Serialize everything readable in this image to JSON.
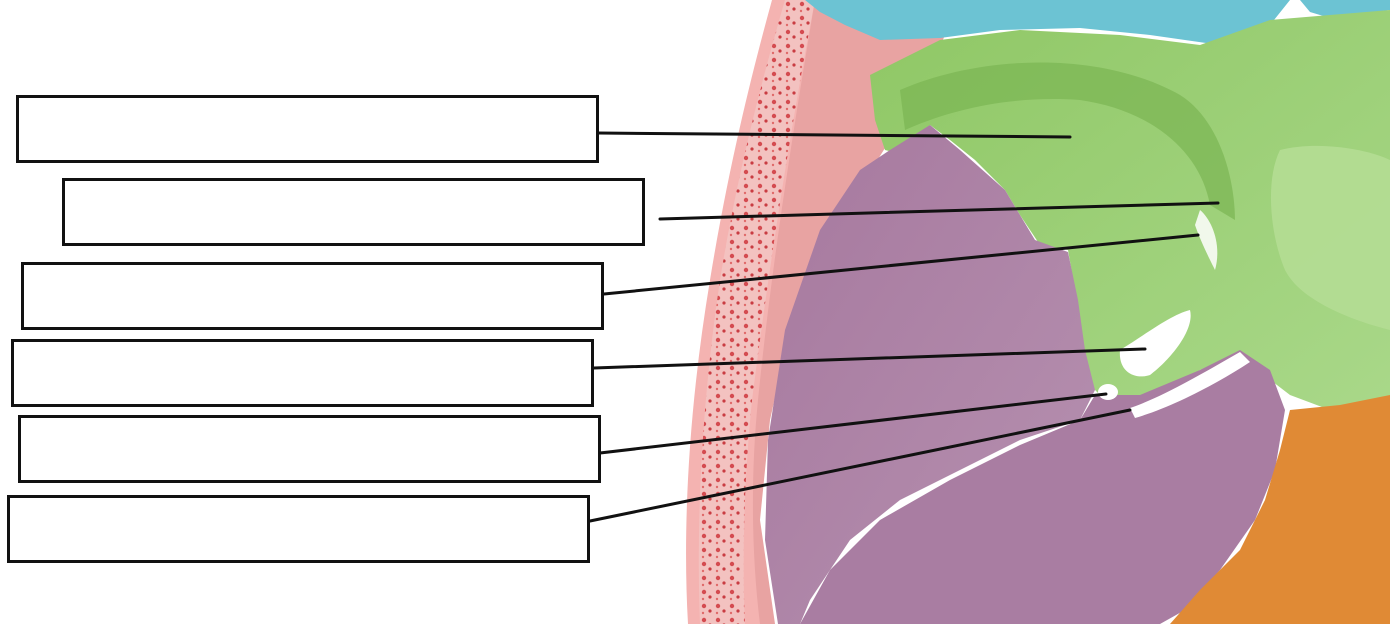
{
  "diagram": {
    "labels": [
      {
        "id": "label-1",
        "text": ""
      },
      {
        "id": "label-2",
        "text": ""
      },
      {
        "id": "label-3",
        "text": ""
      },
      {
        "id": "label-4",
        "text": ""
      },
      {
        "id": "label-5",
        "text": ""
      },
      {
        "id": "label-6",
        "text": ""
      }
    ],
    "colors": {
      "frontal": "#6cc3d3",
      "sphenoid": "#9ccc73",
      "temporal": "#a1739c",
      "parietal_cut": "#e69a9a",
      "occipital": "#e08a35",
      "leader_line": "#111111"
    }
  }
}
